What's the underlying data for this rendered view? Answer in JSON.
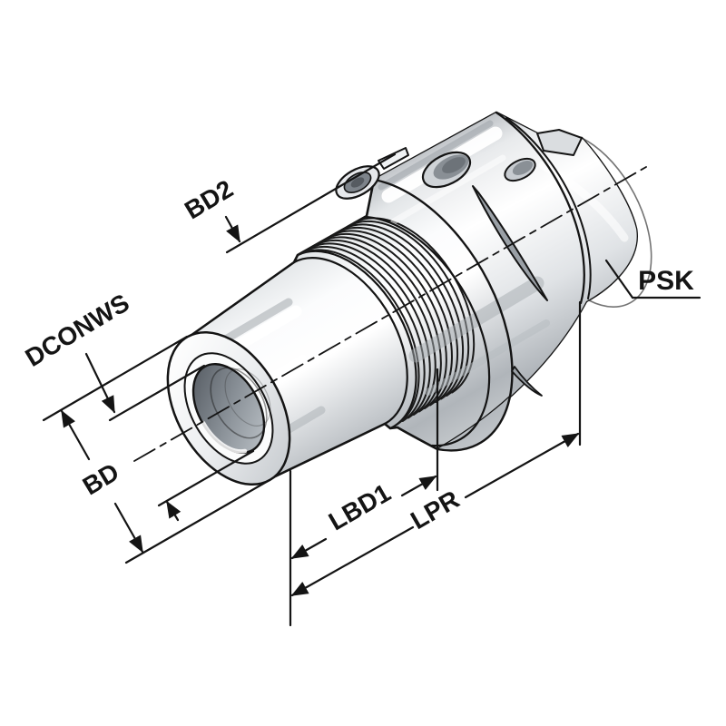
{
  "figure": {
    "type": "isometric-technical-drawing",
    "subject": "PSK tool holder (hydraulic expansion chuck) with dimension callouts",
    "background_color": "#ffffff",
    "line_color": "#141414",
    "metal_light_color": "#f7f8f9",
    "metal_dark_color": "#9aa0a6",
    "labels": {
      "bd2": "BD2",
      "psk": "PSK",
      "dconws": "DCONWS",
      "bd": "BD",
      "lbd1": "LBD1",
      "lpr": "LPR"
    },
    "annotations": [
      {
        "id": "bd2",
        "kind": "diameter-dimension",
        "text": "BD2"
      },
      {
        "id": "dconws",
        "kind": "diameter-dimension",
        "text": "DCONWS"
      },
      {
        "id": "bd",
        "kind": "diameter-dimension",
        "text": "BD"
      },
      {
        "id": "lbd1",
        "kind": "length-dimension",
        "text": "LBD1"
      },
      {
        "id": "lpr",
        "kind": "length-dimension",
        "text": "LPR"
      },
      {
        "id": "psk",
        "kind": "leader-label",
        "text": "PSK"
      }
    ]
  }
}
